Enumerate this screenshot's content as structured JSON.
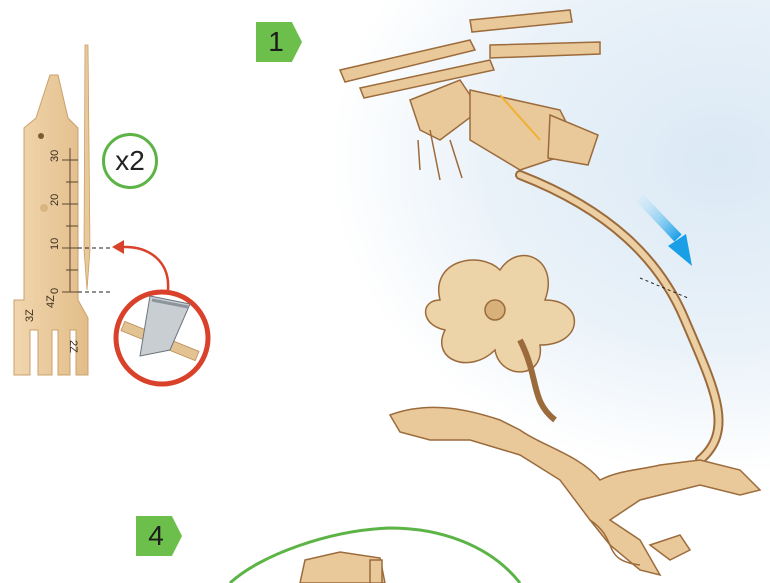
{
  "instructions": {
    "step_1_label": "1",
    "step_4_label": "4",
    "quantity_label": "x2"
  },
  "ruler_tool": {
    "marks": [
      "10",
      "20",
      "30"
    ],
    "foot_labels": [
      "3Z",
      "4Z",
      "2Z"
    ],
    "zero_label": "0"
  },
  "colors": {
    "step_badge": "#6cbf4b",
    "quantity_ring": "#5db446",
    "cut_ring": "#d9412b",
    "arrow_blue": "#2aa7ea",
    "wood": "#e9c99a"
  }
}
